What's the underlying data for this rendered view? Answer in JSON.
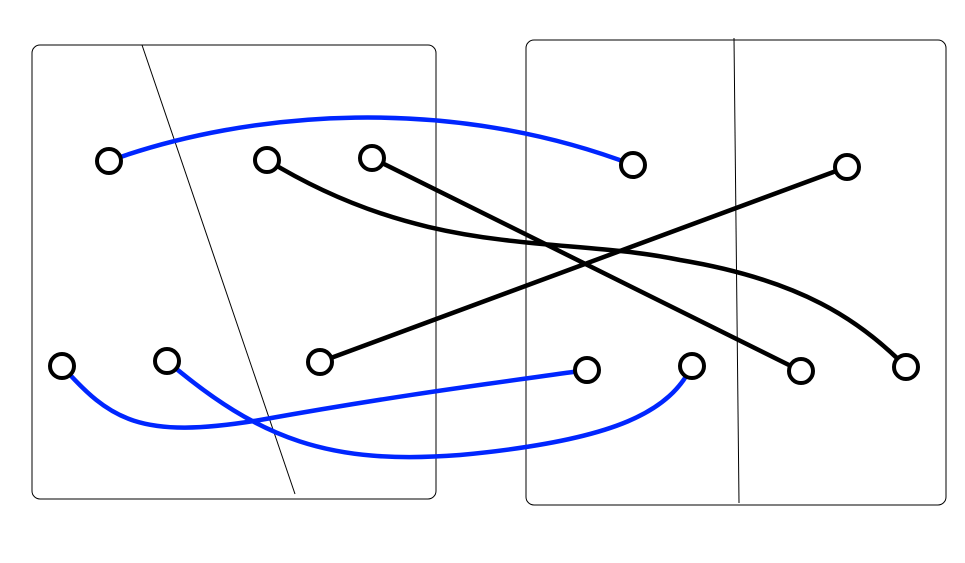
{
  "diagram": {
    "panels": [
      {
        "id": "left-panel"
      },
      {
        "id": "right-panel"
      }
    ],
    "nodes": [
      {
        "id": "n1",
        "panel": "left-panel"
      },
      {
        "id": "n2",
        "panel": "left-panel"
      },
      {
        "id": "n3",
        "panel": "left-panel"
      },
      {
        "id": "n4",
        "panel": "left-panel"
      },
      {
        "id": "n5",
        "panel": "left-panel"
      },
      {
        "id": "n6",
        "panel": "left-panel"
      },
      {
        "id": "n7",
        "panel": "right-panel"
      },
      {
        "id": "n8",
        "panel": "right-panel"
      },
      {
        "id": "n9",
        "panel": "right-panel"
      },
      {
        "id": "n10",
        "panel": "right-panel"
      },
      {
        "id": "n11",
        "panel": "right-panel"
      },
      {
        "id": "n12",
        "panel": "right-panel"
      }
    ],
    "edges": [
      {
        "from": "n1",
        "to": "n7",
        "color": "#0026ff"
      },
      {
        "from": "n2",
        "to": "n12",
        "color": "#000000"
      },
      {
        "from": "n3",
        "to": "n11",
        "color": "#000000"
      },
      {
        "from": "n6",
        "to": "n8",
        "color": "#000000"
      },
      {
        "from": "n4",
        "to": "n9",
        "color": "#0026ff"
      },
      {
        "from": "n5",
        "to": "n10",
        "color": "#0026ff"
      }
    ],
    "colors": {
      "blue": "#0026ff",
      "black": "#000000",
      "background": "#ffffff"
    }
  }
}
